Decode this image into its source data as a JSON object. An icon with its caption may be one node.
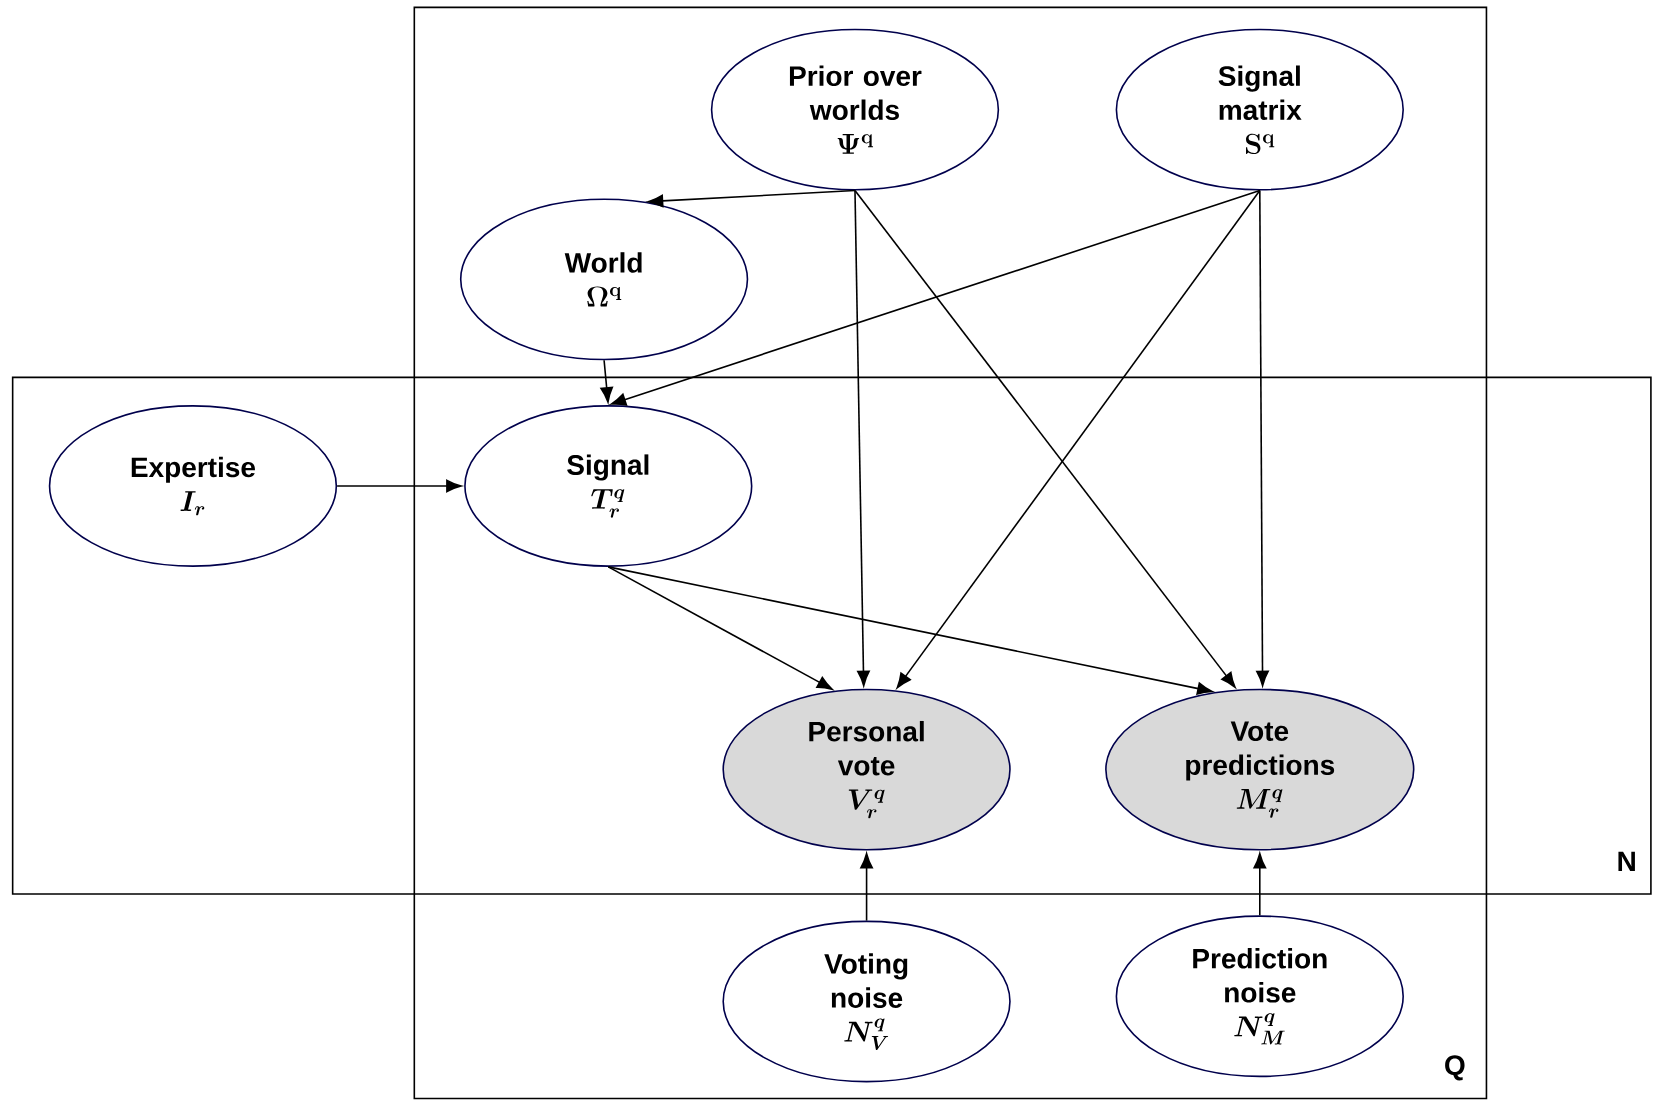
{
  "diagram": {
    "nodes": [
      {
        "text": [
          "Q"
        ]
      },
      {
        "text": [
          "N"
        ]
      },
      {
        "text": [
          "Prior over worlds",
          "\\mathbf{\\Psi^{q}}"
        ],
        "in": 0
      },
      {
        "text": [
          "Signal matrix",
          "\\mathbf{S^{q}}"
        ],
        "in": 0
      },
      {
        "text": [
          "World",
          "\\mathbf{\\Omega^{q}}"
        ],
        "in": 0
      },
      {
        "text": [
          "Expertise",
          "\\boldsymbol{I_{r}}"
        ],
        "in": 1
      },
      {
        "text": [
          "Signal",
          "\\boldsymbol{T_{r}^{q}}"
        ]
      },
      {
        "text": [
          "Personal vote",
          "\\boldsymbol{V_{r}^{q}}"
        ]
      },
      {
        "text": [
          "Vote predictions",
          "\\boldsymbol{M_{r}^{q}}"
        ]
      },
      {
        "text": [
          "Voting noise",
          "\\boldsymbol{N_{V}^{q}}"
        ],
        "in": 0
      },
      {
        "text": [
          "Prediction noise",
          "\\boldsymbol{N_{M}^{q}}"
        ],
        "in": 0
      }
    ],
    "edges": [
      {
        "from": 2,
        "to": 4,
        "arrow": "to"
      },
      {
        "from": 2,
        "to": 7,
        "arrow": "to"
      },
      {
        "from": 2,
        "to": 8,
        "arrow": "to"
      },
      {
        "from": 3,
        "to": 6,
        "arrow": "to"
      },
      {
        "from": 3,
        "to": 7,
        "arrow": "to"
      },
      {
        "from": 3,
        "to": 8,
        "arrow": "to"
      },
      {
        "from": 4,
        "to": 6,
        "arrow": "to"
      },
      {
        "from": 5,
        "to": 6,
        "arrow": "to"
      },
      {
        "from": 6,
        "to": 7,
        "arrow": "to"
      },
      {
        "from": 6,
        "to": 8,
        "arrow": "to"
      },
      {
        "from": 9,
        "to": 7,
        "arrow": "to"
      },
      {
        "from": 10,
        "to": 8,
        "arrow": "to"
      }
    ]
  }
}
